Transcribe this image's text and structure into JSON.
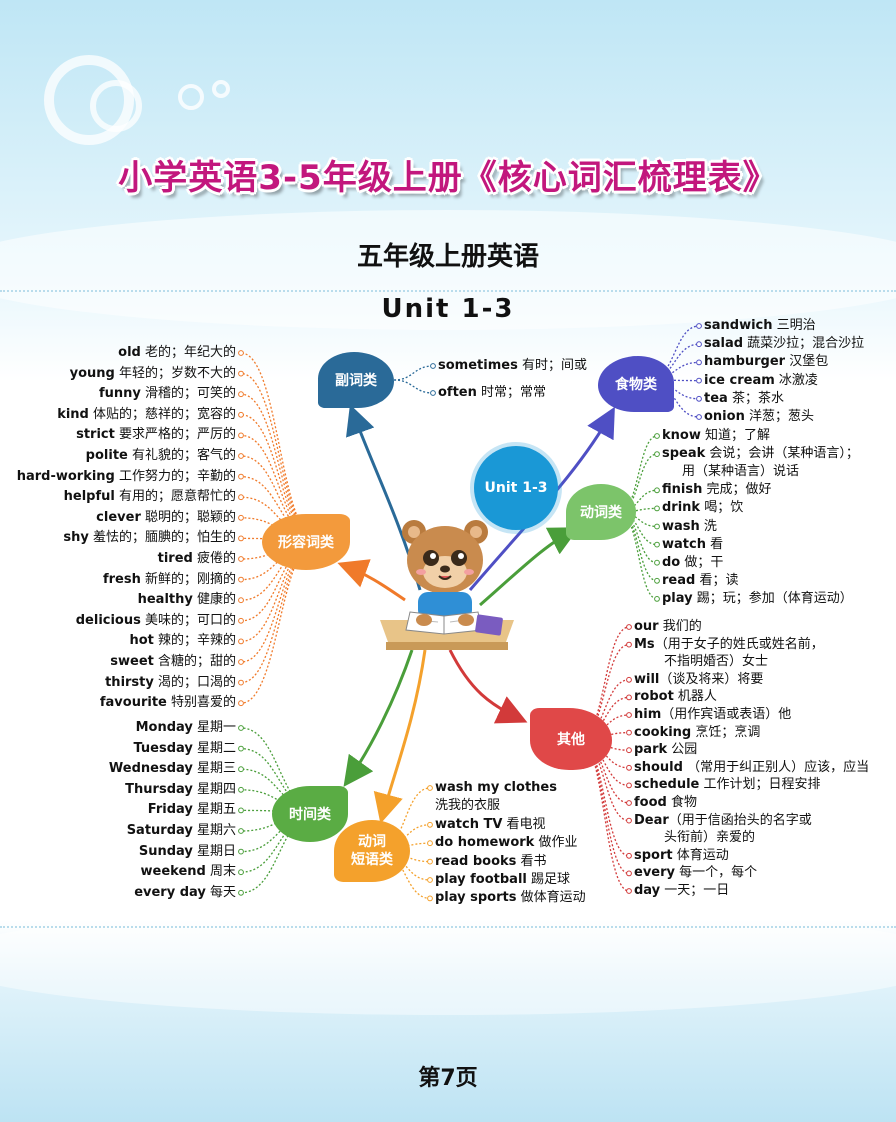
{
  "header": {
    "main_title": "小学英语3-5年级上册《核心词汇梳理表》",
    "sub_title": "五年级上册英语",
    "unit_title": "Unit 1-3"
  },
  "center_bubble": "Unit 1-3",
  "colors": {
    "title": "#c2177d",
    "adverb": "#2a6a98",
    "food": "#4f4fc4",
    "verb": "#7cc46a",
    "other": "#e04848",
    "adjective": "#f39a3c",
    "time": "#5aac44",
    "phrase": "#f4a12c"
  },
  "categories": {
    "adverb": "副词类",
    "food": "食物类",
    "verb": "动词类",
    "other": "其他",
    "adjective": "形容词类",
    "time": "时间类",
    "phrase_line1": "动词",
    "phrase_line2": "短语类"
  },
  "adverbs": [
    {
      "en": "sometimes",
      "zh": " 有时；间或"
    },
    {
      "en": "often",
      "zh": " 时常；常常"
    }
  ],
  "food": [
    {
      "en": "sandwich",
      "zh": " 三明治"
    },
    {
      "en": "salad",
      "zh": " 蔬菜沙拉；混合沙拉"
    },
    {
      "en": "hamburger",
      "zh": " 汉堡包"
    },
    {
      "en": "ice cream",
      "zh": " 冰激凌"
    },
    {
      "en": "tea",
      "zh": " 茶；茶水"
    },
    {
      "en": "onion",
      "zh": " 洋葱；葱头"
    }
  ],
  "verbs": [
    {
      "en": "know",
      "zh": "  知道；了解"
    },
    {
      "en": "speak",
      "zh": "  会说；会讲（某种语言）；"
    },
    {
      "en": "",
      "zh": "用（某种语言）说话"
    },
    {
      "en": "finish",
      "zh": "  完成；做好"
    },
    {
      "en": "drink",
      "zh": "  喝；饮"
    },
    {
      "en": "wash",
      "zh": "  洗"
    },
    {
      "en": "watch",
      "zh": "  看"
    },
    {
      "en": "do",
      "zh": "  做；干"
    },
    {
      "en": "read",
      "zh": "  看；读"
    },
    {
      "en": "play",
      "zh": "  踢；玩；参加（体育运动）"
    }
  ],
  "others": [
    {
      "en": "our",
      "zh": " 我们的"
    },
    {
      "en": "Ms",
      "zh": "（用于女子的姓氏或姓名前，"
    },
    {
      "en": "",
      "zh": "不指明婚否）女士"
    },
    {
      "en": "will",
      "zh": "（谈及将来）将要"
    },
    {
      "en": "robot",
      "zh": " 机器人"
    },
    {
      "en": "him",
      "zh": "（用作宾语或表语）他"
    },
    {
      "en": "cooking",
      "zh": " 烹饪；烹调"
    },
    {
      "en": "park",
      "zh": " 公园"
    },
    {
      "en": "should",
      "zh": " （常用于纠正别人）应该，应当"
    },
    {
      "en": "schedule",
      "zh": " 工作计划；日程安排"
    },
    {
      "en": "food",
      "zh": " 食物"
    },
    {
      "en": "Dear",
      "zh": "（用于信函抬头的名字或"
    },
    {
      "en": "",
      "zh": "头衔前）亲爱的"
    },
    {
      "en": "sport",
      "zh": " 体育运动"
    },
    {
      "en": "every",
      "zh": " 每一个，每个"
    },
    {
      "en": "day",
      "zh": " 一天；一日"
    }
  ],
  "adjectives": [
    {
      "en": "old",
      "zh": " 老的；年纪大的"
    },
    {
      "en": "young",
      "zh": " 年轻的；岁数不大的"
    },
    {
      "en": "funny",
      "zh": " 滑稽的；可笑的"
    },
    {
      "en": "kind",
      "zh": " 体贴的；慈祥的；宽容的"
    },
    {
      "en": "strict",
      "zh": " 要求严格的；严厉的"
    },
    {
      "en": "polite",
      "zh": " 有礼貌的；客气的"
    },
    {
      "en": "hard-working",
      "zh": " 工作努力的；辛勤的"
    },
    {
      "en": "helpful",
      "zh": " 有用的；愿意帮忙的"
    },
    {
      "en": "clever",
      "zh": " 聪明的；聪颖的"
    },
    {
      "en": "shy",
      "zh": " 羞怯的；腼腆的；怕生的"
    },
    {
      "en": "tired",
      "zh": " 疲倦的"
    },
    {
      "en": "fresh",
      "zh": " 新鲜的；刚摘的"
    },
    {
      "en": "healthy",
      "zh": " 健康的"
    },
    {
      "en": "delicious",
      "zh": " 美味的；可口的"
    },
    {
      "en": "hot",
      "zh": " 辣的；辛辣的"
    },
    {
      "en": "sweet",
      "zh": " 含糖的；甜的"
    },
    {
      "en": "thirsty",
      "zh": " 渴的；口渴的"
    },
    {
      "en": "favourite",
      "zh": " 特别喜爱的"
    }
  ],
  "time": [
    {
      "en": "Monday",
      "zh": " 星期一"
    },
    {
      "en": "Tuesday",
      "zh": " 星期二"
    },
    {
      "en": "Wednesday",
      "zh": " 星期三"
    },
    {
      "en": "Thursday",
      "zh": " 星期四"
    },
    {
      "en": "Friday",
      "zh": " 星期五"
    },
    {
      "en": "Saturday",
      "zh": " 星期六"
    },
    {
      "en": "Sunday",
      "zh": " 星期日"
    },
    {
      "en": "weekend",
      "zh": " 周末"
    },
    {
      "en": "every day",
      "zh": " 每天"
    }
  ],
  "phrases": [
    {
      "en": "wash my clothes",
      "zh": ""
    },
    {
      "en": "",
      "zh": "洗我的衣服"
    },
    {
      "en": "watch TV",
      "zh": " 看电视"
    },
    {
      "en": "do homework",
      "zh": " 做作业"
    },
    {
      "en": "read books",
      "zh": " 看书"
    },
    {
      "en": "play football",
      "zh": " 踢足球"
    },
    {
      "en": "play sports",
      "zh": " 做体育运动"
    }
  ],
  "footer": {
    "page_number": "第7页"
  }
}
